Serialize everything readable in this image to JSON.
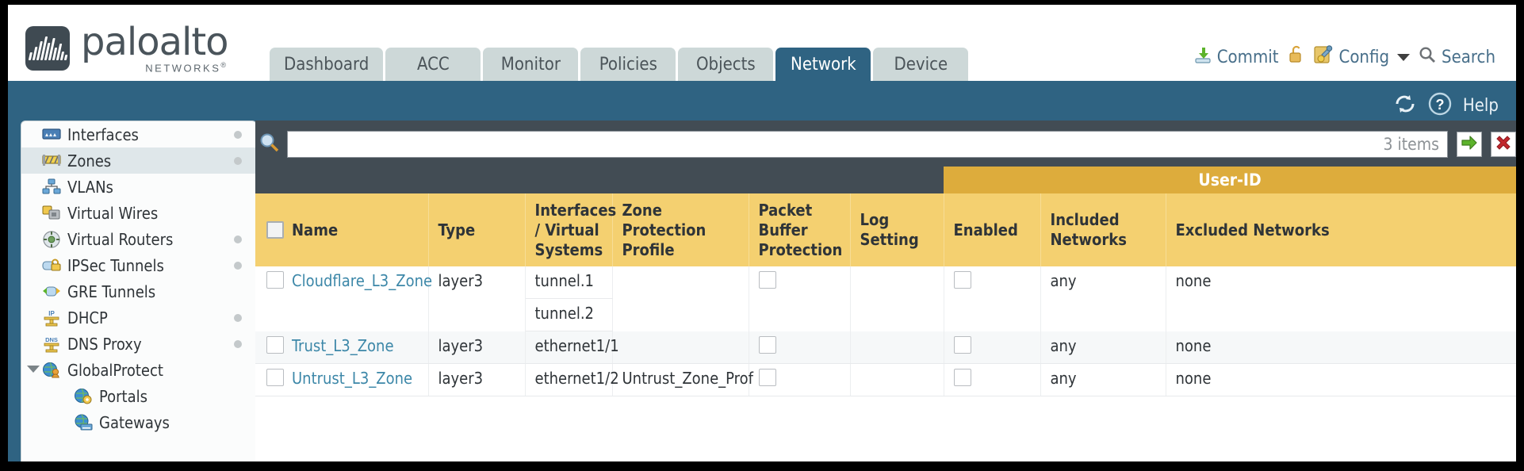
{
  "brand": {
    "name": "paloalto",
    "sub": "NETWORKS",
    "logo_icon": "paloalto-logo-icon"
  },
  "nav_tabs": [
    {
      "label": "Dashboard",
      "active": false
    },
    {
      "label": "ACC",
      "active": false
    },
    {
      "label": "Monitor",
      "active": false
    },
    {
      "label": "Policies",
      "active": false
    },
    {
      "label": "Objects",
      "active": false
    },
    {
      "label": "Network",
      "active": true
    },
    {
      "label": "Device",
      "active": false
    }
  ],
  "header_tools": {
    "commit": "Commit",
    "commit_icon": "commit-download-icon",
    "lock_icon": "unlock-icon",
    "config": "Config",
    "config_icon": "config-wrench-icon",
    "config_caret_icon": "chevron-down-icon",
    "search": "Search",
    "search_icon": "search-magnifier-icon"
  },
  "utility_bar": {
    "refresh_icon": "refresh-icon",
    "help": "Help",
    "help_icon": "help-question-icon"
  },
  "sidebar": {
    "items": [
      {
        "label": "Interfaces",
        "icon": "interfaces-icon",
        "selected": false,
        "dot": true,
        "child": false,
        "caret": false
      },
      {
        "label": "Zones",
        "icon": "zones-icon",
        "selected": true,
        "dot": true,
        "child": false,
        "caret": false
      },
      {
        "label": "VLANs",
        "icon": "vlans-icon",
        "selected": false,
        "dot": false,
        "child": false,
        "caret": false
      },
      {
        "label": "Virtual Wires",
        "icon": "virtual-wires-icon",
        "selected": false,
        "dot": false,
        "child": false,
        "caret": false
      },
      {
        "label": "Virtual Routers",
        "icon": "virtual-routers-icon",
        "selected": false,
        "dot": true,
        "child": false,
        "caret": false
      },
      {
        "label": "IPSec Tunnels",
        "icon": "ipsec-tunnels-icon",
        "selected": false,
        "dot": true,
        "child": false,
        "caret": false
      },
      {
        "label": "GRE Tunnels",
        "icon": "gre-tunnels-icon",
        "selected": false,
        "dot": false,
        "child": false,
        "caret": false
      },
      {
        "label": "DHCP",
        "icon": "dhcp-icon",
        "selected": false,
        "dot": true,
        "child": false,
        "caret": false
      },
      {
        "label": "DNS Proxy",
        "icon": "dns-proxy-icon",
        "selected": false,
        "dot": true,
        "child": false,
        "caret": false
      },
      {
        "label": "GlobalProtect",
        "icon": "globalprotect-icon",
        "selected": false,
        "dot": false,
        "child": false,
        "caret": true
      },
      {
        "label": "Portals",
        "icon": "portals-icon",
        "selected": false,
        "dot": false,
        "child": true,
        "caret": false
      },
      {
        "label": "Gateways",
        "icon": "gateways-icon",
        "selected": false,
        "dot": false,
        "child": true,
        "caret": false
      }
    ]
  },
  "search": {
    "value": "",
    "placeholder": "",
    "icon": "search-magnifier-icon",
    "items_count": "3 items",
    "apply_icon": "green-arrow-apply-icon",
    "clear_icon": "red-x-clear-icon"
  },
  "table": {
    "group_header": "User-ID",
    "columns": [
      "Name",
      "Type",
      "Interfaces / Virtual Systems",
      "Zone Protection Profile",
      "Packet Buffer Protection",
      "Log Setting",
      "Enabled",
      "Included Networks",
      "Excluded Networks"
    ],
    "select_all_checkbox": "unchecked",
    "rows": [
      {
        "name": "Cloudflare_L3_Zone",
        "type": "layer3",
        "interfaces": [
          "tunnel.1",
          "tunnel.2"
        ],
        "zone_protection_profile": "",
        "packet_buffer_protection": "unchecked",
        "log_setting": "",
        "enabled": "unchecked",
        "included_networks": "any",
        "excluded_networks": "none",
        "checkbox": "unchecked"
      },
      {
        "name": "Trust_L3_Zone",
        "type": "layer3",
        "interfaces": [
          "ethernet1/1"
        ],
        "zone_protection_profile": "",
        "packet_buffer_protection": "unchecked",
        "log_setting": "",
        "enabled": "unchecked",
        "included_networks": "any",
        "excluded_networks": "none",
        "checkbox": "unchecked"
      },
      {
        "name": "Untrust_L3_Zone",
        "type": "layer3",
        "interfaces": [
          "ethernet1/2"
        ],
        "zone_protection_profile": "Untrust_Zone_Prof",
        "packet_buffer_protection": "unchecked",
        "log_setting": "",
        "enabled": "unchecked",
        "included_networks": "any",
        "excluded_networks": "none",
        "checkbox": "unchecked"
      }
    ]
  },
  "colors": {
    "brand_blue": "#2f6382",
    "tab_inactive": "#cdd8d8",
    "header_gold": "#f4d070",
    "group_gold": "#ddac3c",
    "link_blue": "#3c87a8",
    "panel_dark": "#424c54"
  }
}
